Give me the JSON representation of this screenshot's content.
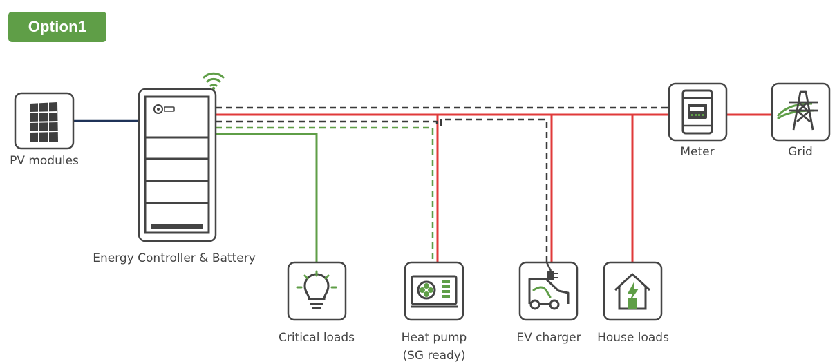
{
  "header": {
    "option_label": "Option1"
  },
  "nodes": {
    "pv_modules": {
      "label": "PV modules",
      "icon": "solar-panel-icon"
    },
    "energy_controller": {
      "label": "Energy Controller & Battery",
      "icon": "battery-cabinet-icon"
    },
    "critical_loads": {
      "label": "Critical loads",
      "icon": "light-bulb-icon"
    },
    "heat_pump": {
      "label_line1": "Heat pump",
      "label_line2": "(SG ready)",
      "icon": "heat-pump-icon"
    },
    "ev_charger": {
      "label": "EV charger",
      "icon": "ev-car-plug-icon"
    },
    "house_loads": {
      "label": "House loads",
      "icon": "house-lightning-icon"
    },
    "meter": {
      "label": "Meter",
      "icon": "electric-meter-icon"
    },
    "grid": {
      "label": "Grid",
      "icon": "power-tower-icon"
    }
  },
  "colors": {
    "accent_green": "#5f9e47",
    "ac_line_red": "#e03a3a",
    "dc_line_navy": "#1f3358",
    "comm_line_dark": "#3a3a3a",
    "icon_border": "#444444"
  }
}
